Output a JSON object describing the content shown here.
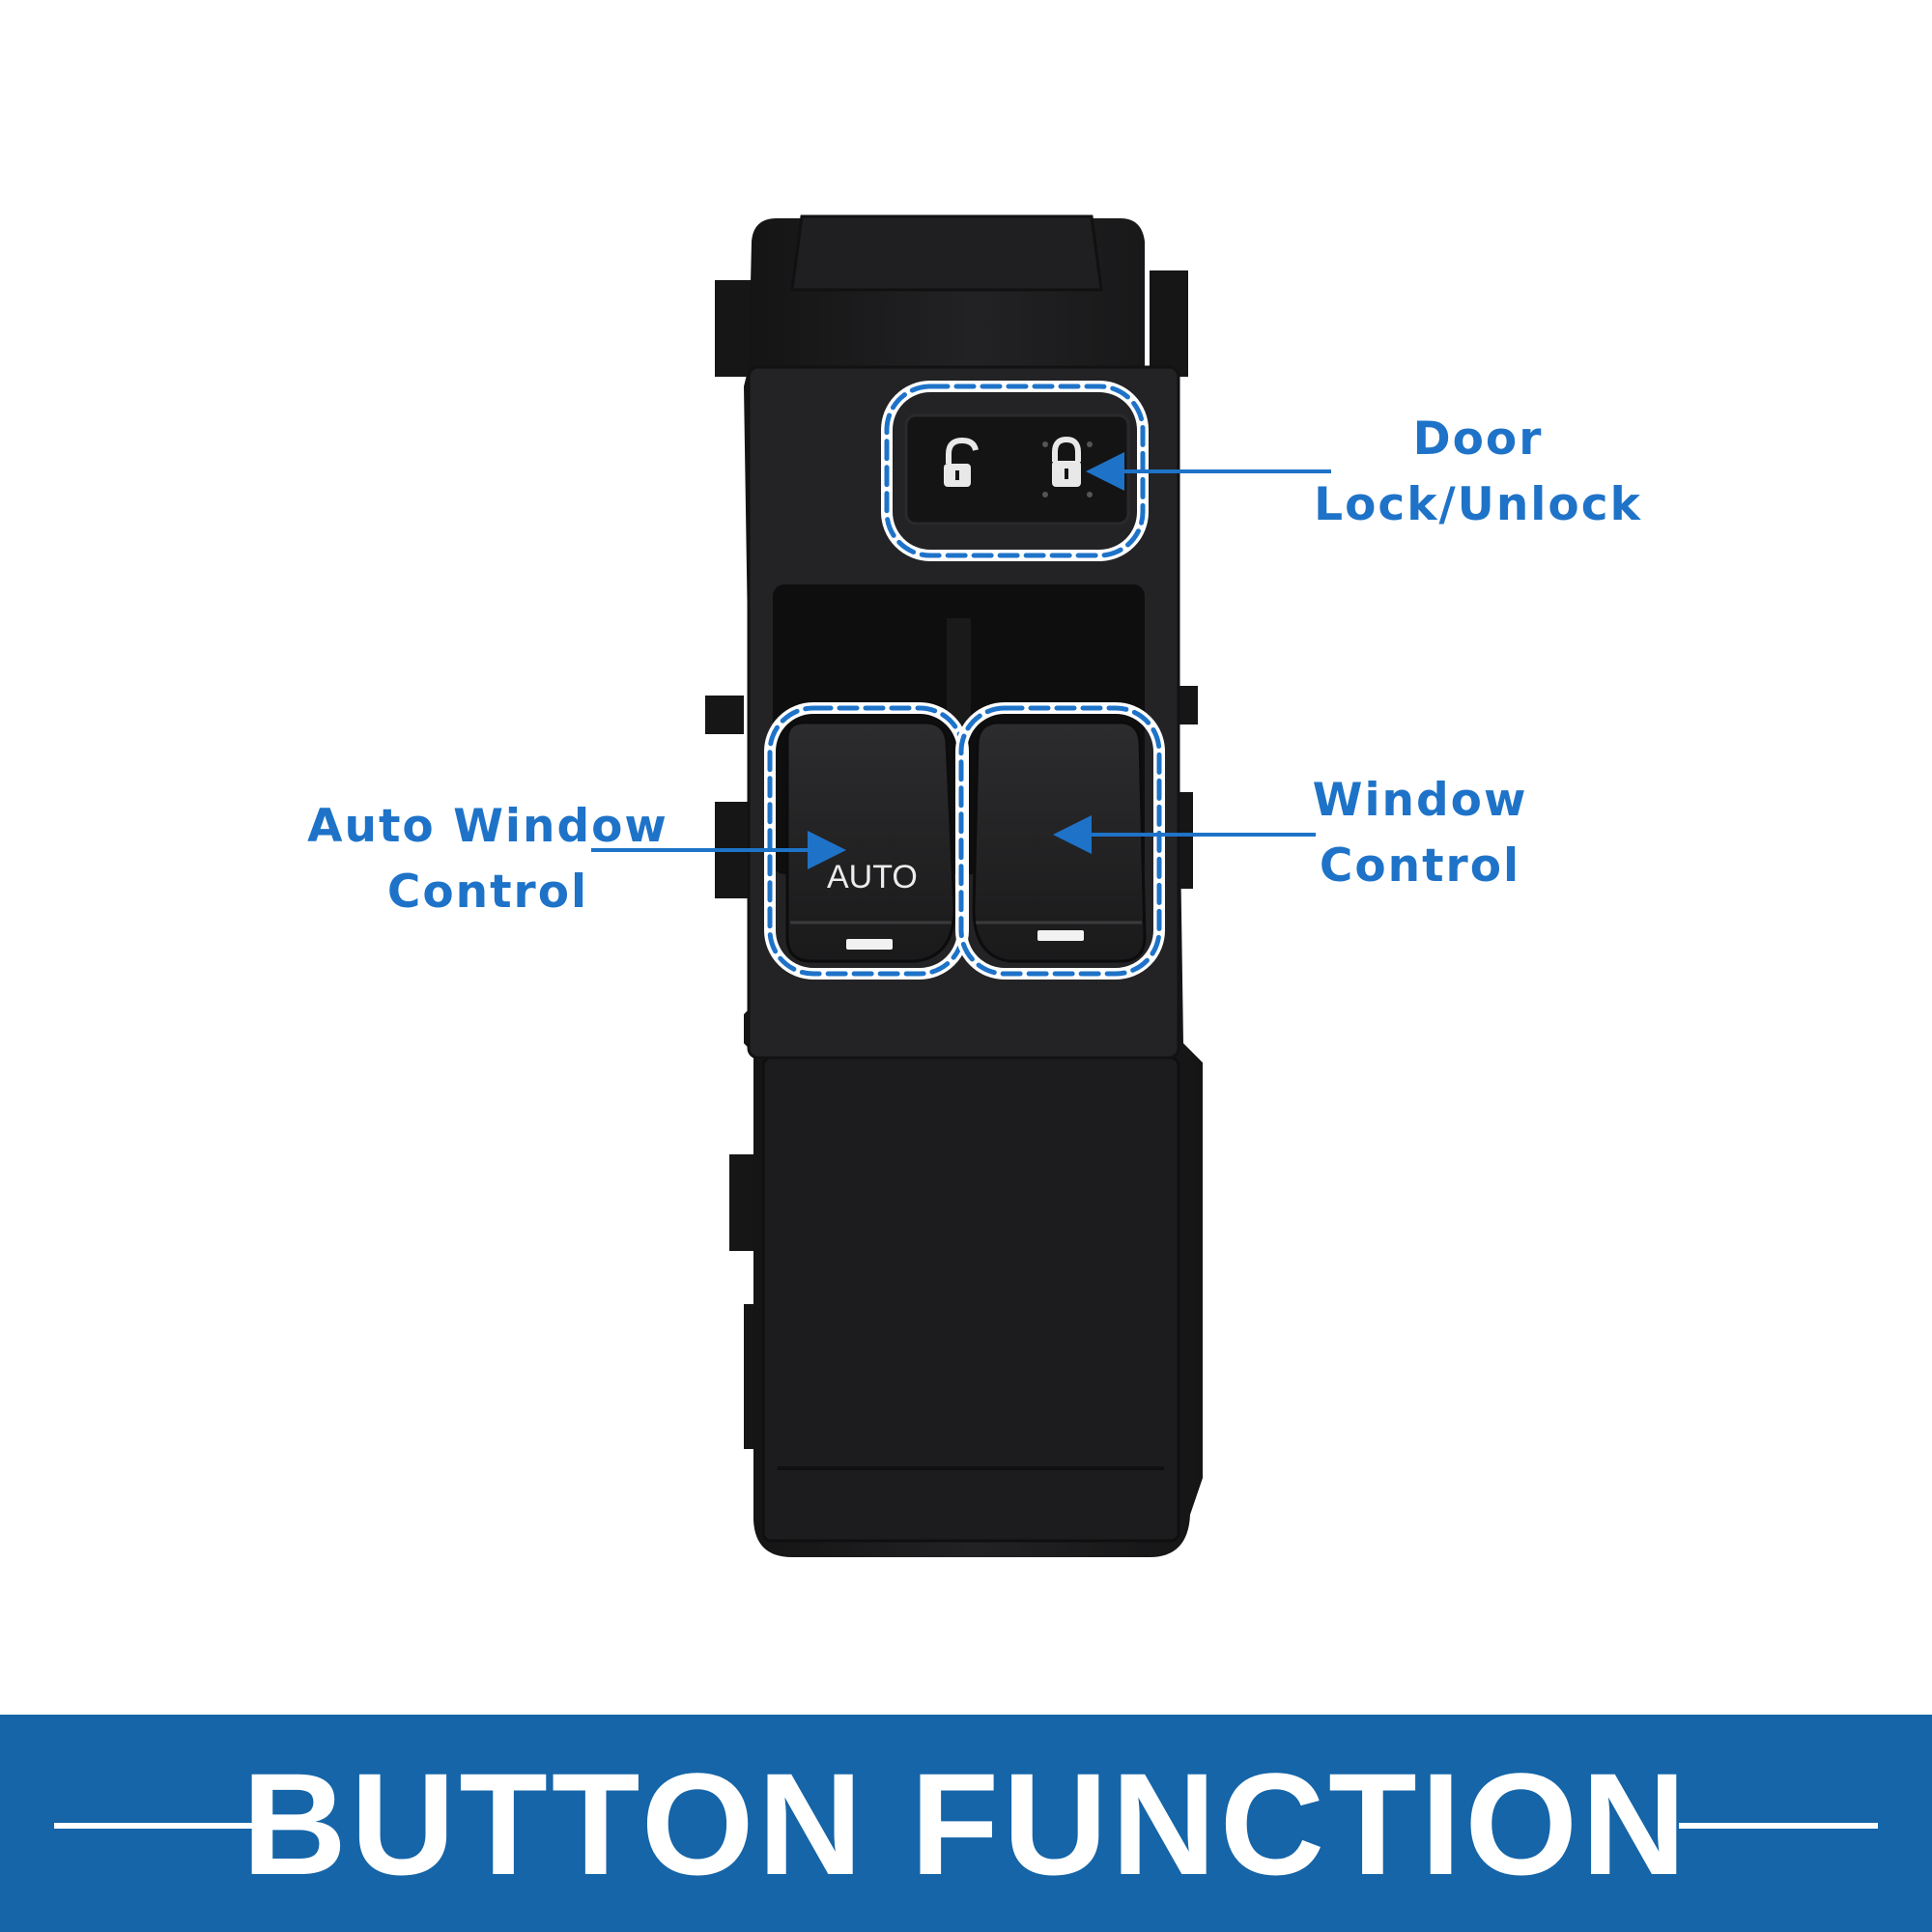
{
  "callouts": {
    "door_lock": {
      "line1": "Door",
      "line2": "Lock/Unlock"
    },
    "auto_window": {
      "line1": "Auto Window",
      "line2": "Control"
    },
    "window": {
      "line1": "Window",
      "line2": "Control"
    }
  },
  "switch": {
    "auto_label": "AUTO"
  },
  "banner": {
    "title": "BUTTON FUNCTION"
  },
  "colors": {
    "accent_blue": "#1e73c8",
    "banner_blue": "#1565a8",
    "switch_body": "#1d1d1f"
  },
  "icons": [
    "unlock-padlock-icon",
    "lock-padlock-icon",
    "arrow-icon"
  ]
}
